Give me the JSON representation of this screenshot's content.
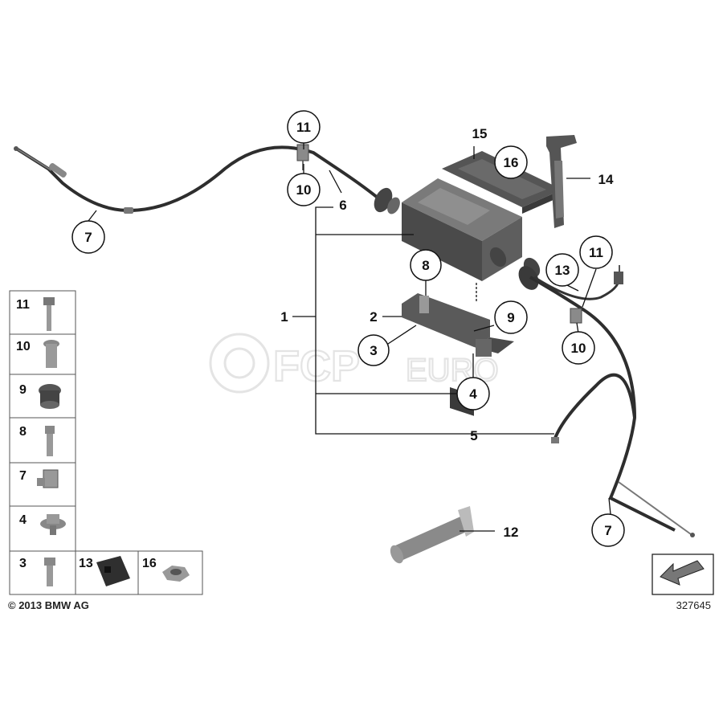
{
  "callouts": {
    "c1": "1",
    "c2": "2",
    "c3": "3",
    "c4": "4",
    "c5": "5",
    "c6": "6",
    "c7a": "7",
    "c7b": "7",
    "c8": "8",
    "c9": "9",
    "c10a": "10",
    "c10b": "10",
    "c11a": "11",
    "c11b": "11",
    "c12": "12",
    "c13": "13",
    "c14": "14",
    "c15": "15",
    "c16": "16"
  },
  "legend": {
    "rows": [
      "11",
      "10",
      "9",
      "8",
      "7",
      "4",
      "3"
    ],
    "bottom_extra": [
      "13",
      "16"
    ]
  },
  "footer": {
    "copyright": "© 2013 BMW AG",
    "diagram_number": "327645"
  },
  "watermark": {
    "brand_main": "FCP",
    "brand_sub": "EURO"
  },
  "colors": {
    "part_dark": "#3f3f3f",
    "part_mid": "#6a6a6a",
    "part_light": "#9a9a9a",
    "cable": "#2e2e2e",
    "watermark": "#e4e4e4"
  }
}
